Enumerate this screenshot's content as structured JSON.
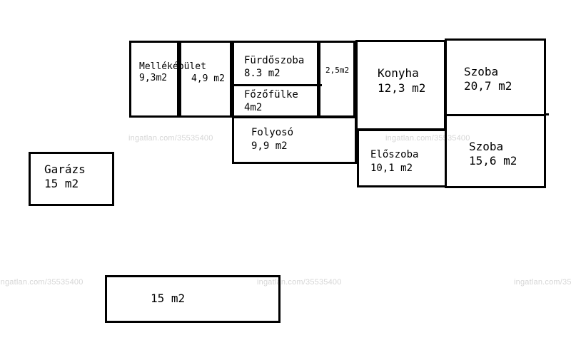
{
  "rooms": {
    "mellekepulet": {
      "name": "Melléképület",
      "area": "9,3m2"
    },
    "mellek_2": {
      "area": "4,9 m2"
    },
    "furdoszoba": {
      "name": "Fürdőszoba",
      "area": "8.3 m2"
    },
    "fozofulke": {
      "name": "Főzőfülke",
      "area": "4m2"
    },
    "kicsi": {
      "area": "2,5m2"
    },
    "konyha": {
      "name": "Konyha",
      "area": "12,3 m2"
    },
    "szoba_1": {
      "name": "Szoba",
      "area": "20,7 m2"
    },
    "folyoso": {
      "name": "Folyosó",
      "area": "9,9 m2"
    },
    "eloszoba": {
      "name": "Előszoba",
      "area": "10,1 m2"
    },
    "szoba_2": {
      "name": "Szoba",
      "area": "15,6 m2"
    },
    "garazs": {
      "name": "Garázs",
      "area": "15 m2"
    },
    "also": {
      "area": "15 m2"
    }
  },
  "watermark": "ingatlan.com/35535400"
}
